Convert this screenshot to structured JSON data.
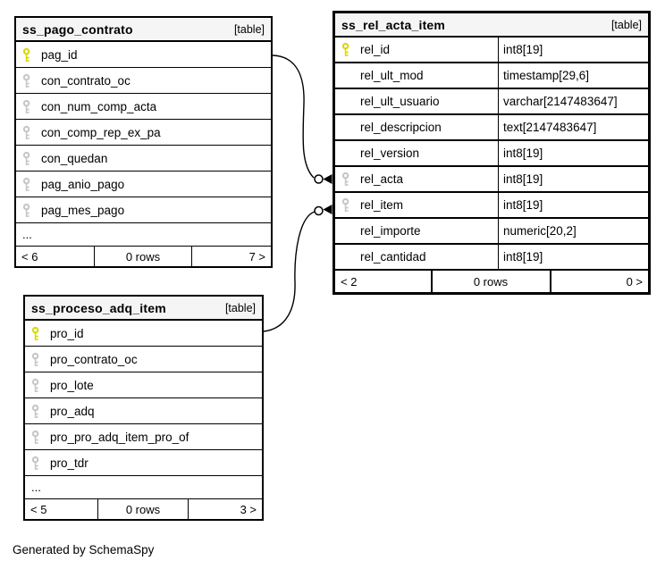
{
  "colors": {
    "primary_key": "#d9d900",
    "foreign_key": "#c6c6c6",
    "header_bg": "#f5f5f5",
    "border": "#000000"
  },
  "tables": {
    "pago": {
      "title": "ss_pago_contrato",
      "tag": "[table]",
      "columns": [
        {
          "name": "pag_id",
          "key": "primary"
        },
        {
          "name": "con_contrato_oc",
          "key": "foreign"
        },
        {
          "name": "con_num_comp_acta",
          "key": "foreign"
        },
        {
          "name": "con_comp_rep_ex_pa",
          "key": "foreign"
        },
        {
          "name": "con_quedan",
          "key": "foreign"
        },
        {
          "name": "pag_anio_pago",
          "key": "foreign"
        },
        {
          "name": "pag_mes_pago",
          "key": "foreign"
        }
      ],
      "ellipsis": "...",
      "footer": {
        "prev": "< 6",
        "rows": "0 rows",
        "next": "7 >"
      }
    },
    "rel": {
      "title": "ss_rel_acta_item",
      "tag": "[table]",
      "columns": [
        {
          "name": "rel_id",
          "type": "int8[19]",
          "key": "primary"
        },
        {
          "name": "rel_ult_mod",
          "type": "timestamp[29,6]",
          "key": "none"
        },
        {
          "name": "rel_ult_usuario",
          "type": "varchar[2147483647]",
          "key": "none"
        },
        {
          "name": "rel_descripcion",
          "type": "text[2147483647]",
          "key": "none"
        },
        {
          "name": "rel_version",
          "type": "int8[19]",
          "key": "none"
        },
        {
          "name": "rel_acta",
          "type": "int8[19]",
          "key": "foreign"
        },
        {
          "name": "rel_item",
          "type": "int8[19]",
          "key": "foreign"
        },
        {
          "name": "rel_importe",
          "type": "numeric[20,2]",
          "key": "none"
        },
        {
          "name": "rel_cantidad",
          "type": "int8[19]",
          "key": "none"
        }
      ],
      "footer": {
        "prev": "< 2",
        "rows": "0 rows",
        "next": "0 >"
      }
    },
    "proceso": {
      "title": "ss_proceso_adq_item",
      "tag": "[table]",
      "columns": [
        {
          "name": "pro_id",
          "key": "primary"
        },
        {
          "name": "pro_contrato_oc",
          "key": "foreign"
        },
        {
          "name": "pro_lote",
          "key": "foreign"
        },
        {
          "name": "pro_adq",
          "key": "foreign"
        },
        {
          "name": "pro_pro_adq_item_pro_of",
          "key": "foreign"
        },
        {
          "name": "pro_tdr",
          "key": "foreign"
        }
      ],
      "ellipsis": "...",
      "footer": {
        "prev": "< 5",
        "rows": "0 rows",
        "next": "3 >"
      }
    }
  },
  "relationships": [
    {
      "from": "ss_pago_contrato.pag_id",
      "to": "ss_rel_acta_item.rel_acta"
    },
    {
      "from": "ss_proceso_adq_item.pro_id",
      "to": "ss_rel_acta_item.rel_item"
    }
  ],
  "footer_note": "Generated by SchemaSpy"
}
